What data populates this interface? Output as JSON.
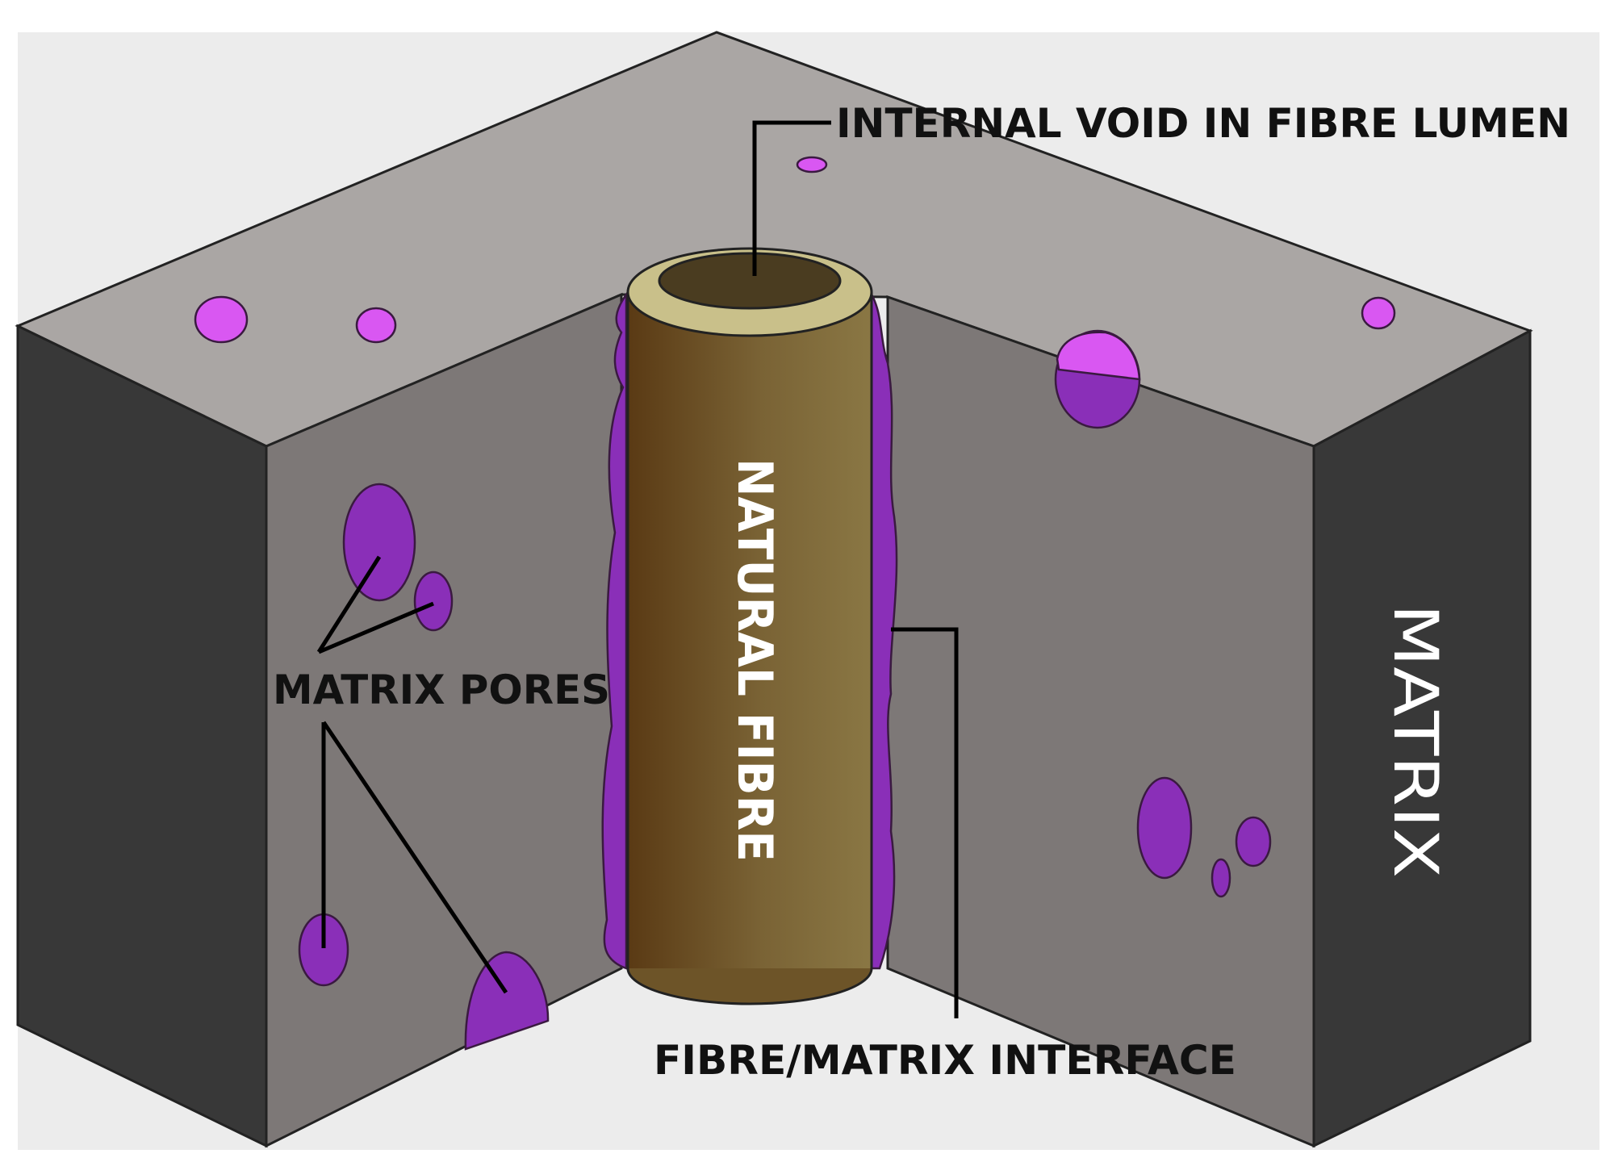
{
  "labels": {
    "internal_void": "INTERNAL VOID IN FIBRE LUMEN",
    "matrix_pores": "MATRIX PORES",
    "natural_fibre": "NATURAL FIBRE",
    "interface": "FIBRE/MATRIX INTERFACE",
    "matrix": "MATRIX"
  },
  "colors": {
    "top_face": "#aaa6a4",
    "inner_face": "#7d7877",
    "outer_face": "#383838",
    "backdrop": "#ececec",
    "pore_light": "#d957f2",
    "pore_dark": "#8a2fb8",
    "fibre_dark": "#5a3a14",
    "fibre_light": "#86713f",
    "fibre_rim": "#c9c08a",
    "lumen": "#4a3c20"
  }
}
